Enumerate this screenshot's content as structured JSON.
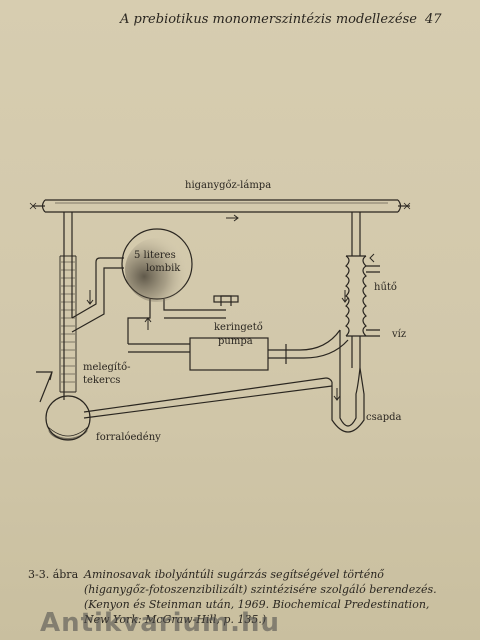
{
  "header": {
    "running_title": "A prebiotikus monomerszintézis modellezése",
    "page_number": "47"
  },
  "figure": {
    "labels": {
      "lamp": "higanygőz-lámpa",
      "flask_line1": "5 literes",
      "flask_line2": "lombik",
      "cooler": "hűtő",
      "pump_line1": "keringető",
      "pump_line2": "pumpa",
      "water": "víz",
      "heater_line1": "melegítő-",
      "heater_line2": "tekercs",
      "trap": "csapda",
      "boiler": "forralóedény"
    }
  },
  "caption": {
    "number": "3-3. ábra",
    "text": "Aminosavak ibolyántúli sugárzás segítségével történő (higanygőz-fotoszenzibilizált) szintézisére szolgáló berendezés. (Kenyon és Steinman után, 1969. Biochemical Predestination, New York: McGraw-Hill, p. 135.)"
  },
  "watermark": "Antikvarium.hu"
}
